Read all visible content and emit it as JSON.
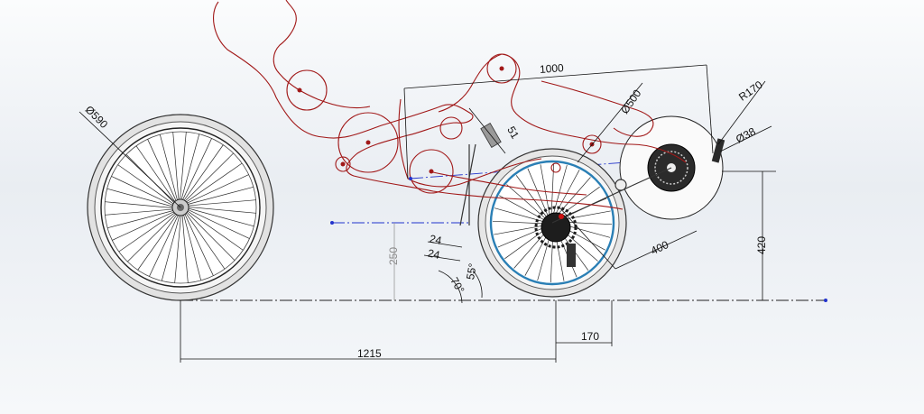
{
  "diagram": {
    "dimensions": {
      "front_wheel_diameter": "Ø590",
      "seat_to_axle": "1000",
      "rear_wheel_diameter": "Ø500",
      "chainring_radius": "R170",
      "bottom_bracket": "Ø38",
      "seat_offset": "51",
      "crank_reach": "400",
      "bb_height": "420",
      "seat_height": "250",
      "frame_a": "24",
      "frame_b": "24",
      "angle_seat": "70°",
      "angle_frame": "55°",
      "rear_offset": "170",
      "wheelbase": "1215"
    },
    "colors": {
      "rider_outline": "#a11818",
      "ground_line": "#222222",
      "chain_line": "#2233cc",
      "rear_rim": "#2a7fb5"
    }
  }
}
